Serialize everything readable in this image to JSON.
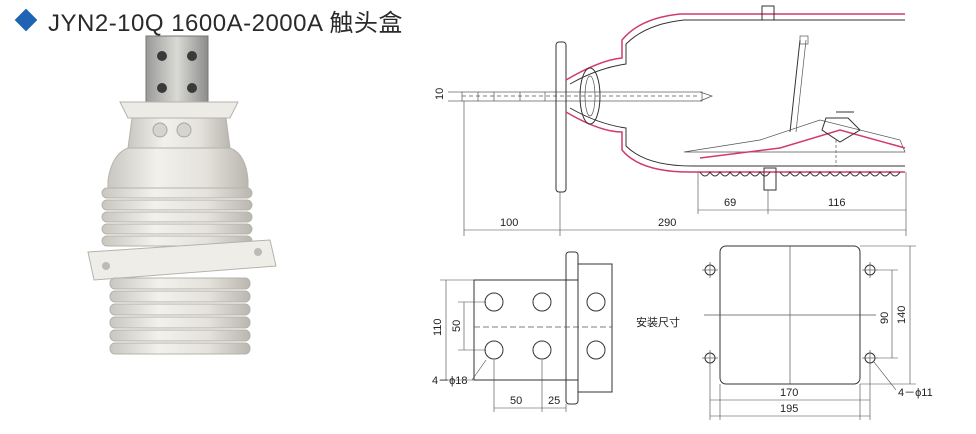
{
  "title": {
    "text": "JYN2-10Q 1600A-2000A 触头盒",
    "bullet_icon": "diamond-icon",
    "bullet_color": "#1f63b5"
  },
  "photo": {
    "subject": "contact-box-insulator-photo"
  },
  "side_view": {
    "dim_10": "10",
    "dim_100": "100",
    "dim_290": "290",
    "dim_69": "69",
    "dim_116": "116"
  },
  "front_view": {
    "dim_110": "110",
    "dim_50_vertical": "50",
    "dim_50_horizontal": "50",
    "dim_25": "25",
    "hole_label": "4－ϕ18"
  },
  "mounting_view": {
    "caption": "安装尺寸",
    "dim_90": "90",
    "dim_140": "140",
    "dim_170": "170",
    "dim_195": "195",
    "hole_label": "4－ϕ11"
  },
  "colors": {
    "outline": "#333333",
    "tube_highlight": "#d23a6a",
    "insulator_body": "#e8e6e0"
  }
}
